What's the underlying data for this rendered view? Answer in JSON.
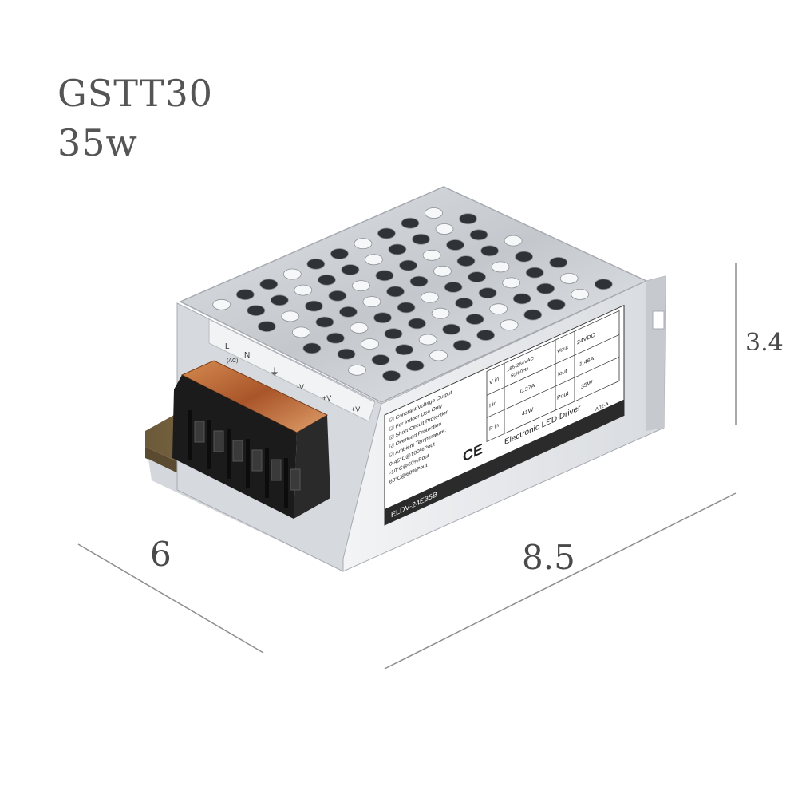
{
  "product": {
    "model": "GSTT30",
    "power": "35w"
  },
  "dimensions": {
    "width": "6",
    "length": "8.5",
    "height": "3.4"
  },
  "device_label": {
    "features": [
      "Constant Voltage Output",
      "For Indoor Use Only",
      "Short Circuit Protection",
      "Overload Protection",
      "Ambient Temperature:",
      "0-45°C@100%Pout",
      "-10°C@60%Pout",
      "60°C@60%Pout"
    ],
    "spec_table": {
      "vin_label": "V in",
      "vin_value_1": "185-264VAC",
      "vin_value_2": "50/60Hz",
      "iin_label": "I in",
      "iin_value": "0.37A",
      "pin_label": "P in",
      "pin_value": "41W",
      "vout_label": "Vout",
      "vout_value": "24VDC",
      "iout_label": "Iout",
      "iout_value": "1.46A",
      "pout_label": "Pout",
      "pout_value": "35W"
    },
    "product_type": "Electronic LED Driver",
    "code": "A02-A",
    "model_number": "ELDV-24E35B",
    "ce_mark": "CE"
  },
  "terminal_labels": {
    "l": "L",
    "n": "N",
    "ac": "(AC)",
    "ground": "⏚",
    "neg": "-V",
    "pos": "+V",
    "pos2": "+V"
  },
  "colors": {
    "metal_light": "#e7e9ec",
    "metal_mid": "#c9ccd1",
    "metal_dark": "#9ca1a8",
    "terminal_black": "#1b1b1b",
    "copper": "#b9652f",
    "text_gray": "#555555"
  }
}
